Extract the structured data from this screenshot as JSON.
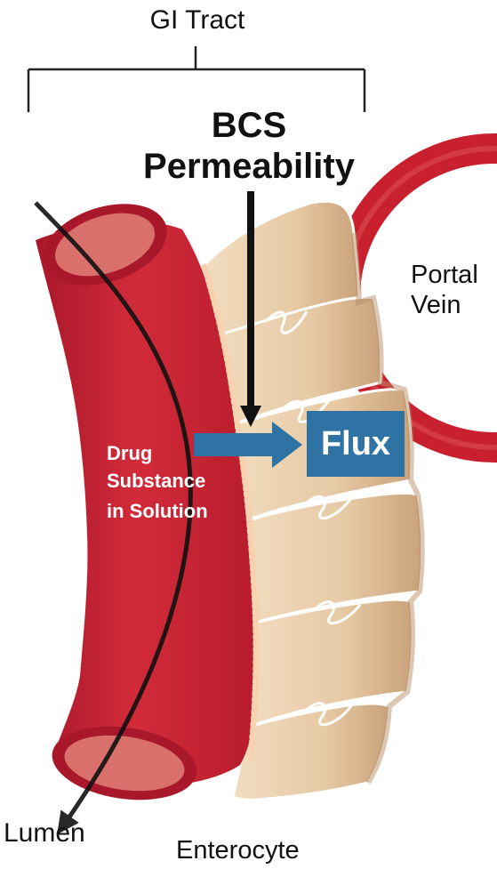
{
  "labels": {
    "gi_tract": "GI Tract",
    "bcs_line1": "BCS",
    "bcs_line2": "Permeability",
    "portal_line1": "Portal",
    "portal_line2": "Vein",
    "drug_line1": "Drug",
    "drug_line2": "Substance",
    "drug_line3": "in Solution",
    "flux": "Flux",
    "lumen": "Lumen",
    "enterocyte": "Enterocyte"
  },
  "colors": {
    "lumen_red": "#c41e2e",
    "lumen_dark": "#8e1320",
    "lumen_inner": "#d96a6a",
    "villi": "#f6d2b0",
    "enterocyte_tan": "#ead0ae",
    "enterocyte_shadow": "#c9a57e",
    "vein_red": "#c8202f",
    "flux_blue": "#2f73a5",
    "arrow_black": "#111111"
  }
}
